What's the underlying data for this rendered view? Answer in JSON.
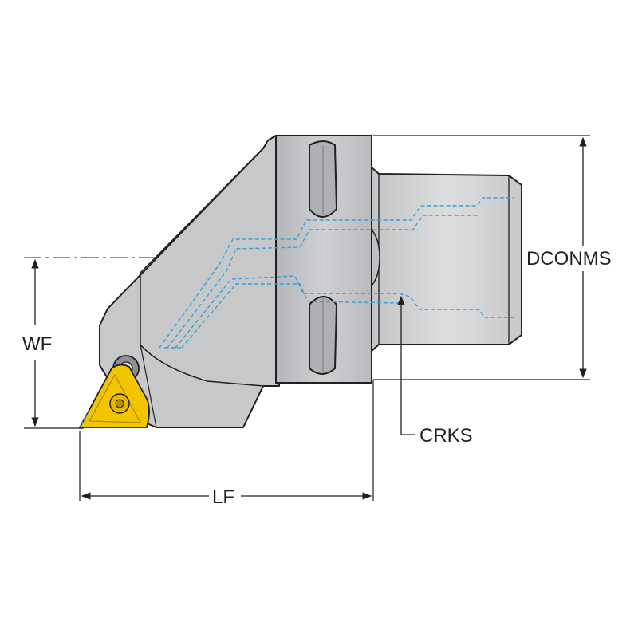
{
  "labels": {
    "wf": "WF",
    "dconms": "DCONMS",
    "crks": "CRKS",
    "lf": "LF"
  },
  "colors": {
    "body": "#c9cacc",
    "body_dark": "#a9abae",
    "shank": "#d4d5d7",
    "outline": "#231f20",
    "coolant": "#3aa0dc",
    "insert": "#f2c500",
    "insert_dark": "#b98f00"
  },
  "icons": {
    "insert": "threading-insert-icon",
    "screw": "torx-screw-icon"
  }
}
